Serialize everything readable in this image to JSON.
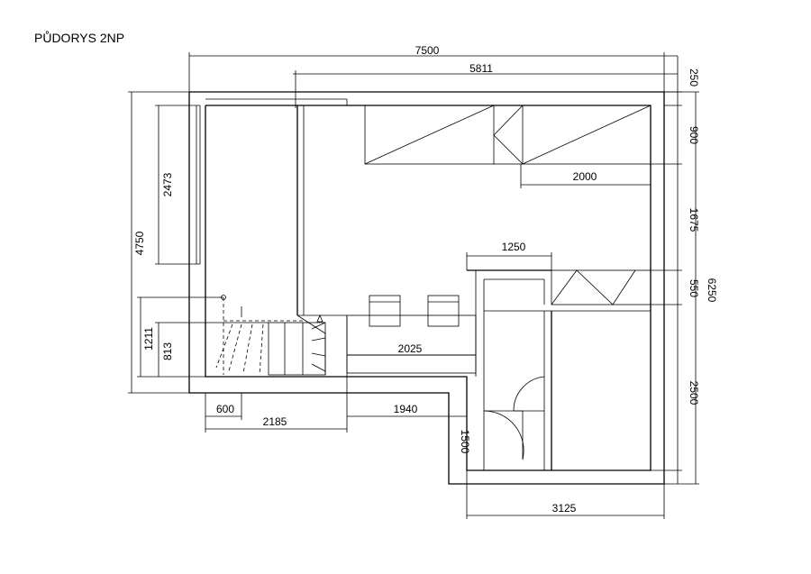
{
  "title": "PŮDORYS 2NP",
  "dimensions": {
    "total_width": "7500",
    "inner_width": "5811",
    "wall_top": "250",
    "counter_depth": "900",
    "gap_upper": "1675",
    "shelf_depth": "550",
    "room_lower": "2500",
    "total_height": "6250",
    "left_height": "4750",
    "left_window": "2473",
    "stair_outer": "1211",
    "stair_inner": "813",
    "counter_len": "2000",
    "partition": "1250",
    "bar_len": "2025",
    "bottom_short": "600",
    "bottom_stair": "2185",
    "bottom_mid": "1940",
    "door_height": "1500",
    "bottom_right": "3125"
  }
}
